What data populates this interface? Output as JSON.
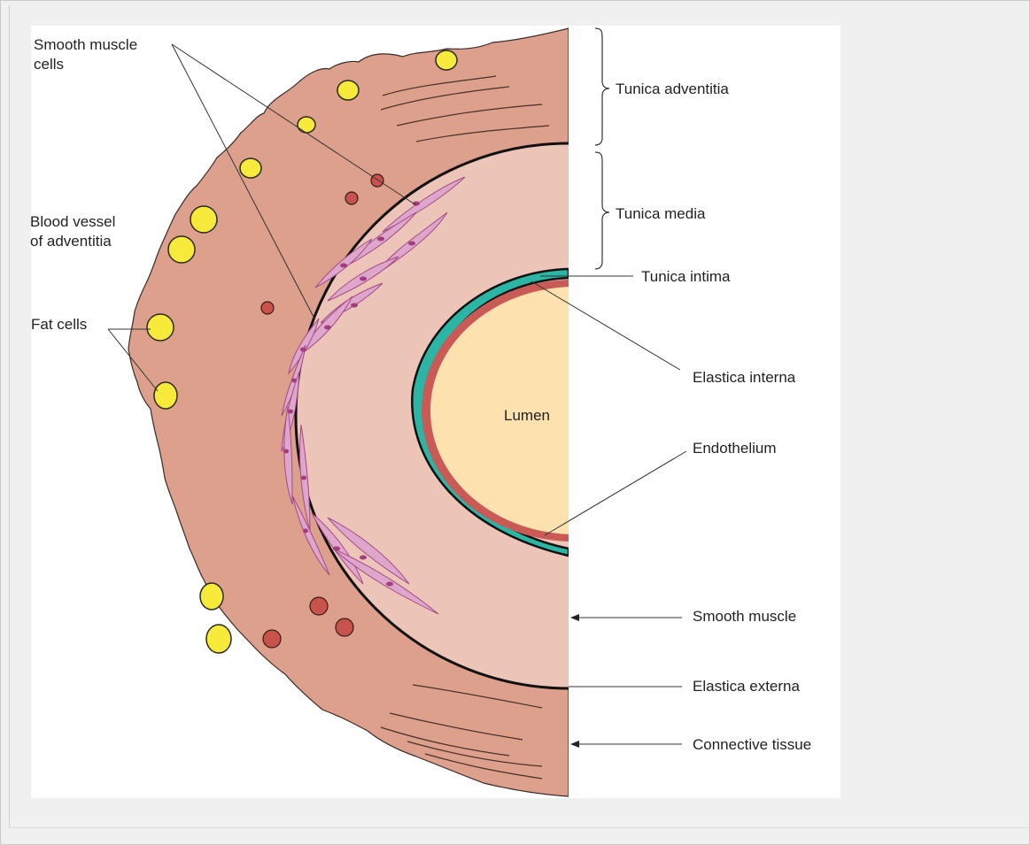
{
  "labels": {
    "smooth_muscle_cells_1": "Smooth muscle",
    "smooth_muscle_cells_2": "cells",
    "blood_vessel_1": "Blood vessel",
    "blood_vessel_2": "of adventitia",
    "fat_cells": "Fat cells",
    "tunica_adventitia": "Tunica adventitia",
    "tunica_media": "Tunica media",
    "tunica_intima": "Tunica intima",
    "elastica_interna": "Elastica interna",
    "lumen": "Lumen",
    "endothelium": "Endothelium",
    "smooth_muscle": "Smooth muscle",
    "elastica_externa": "Elastica externa",
    "connective_tissue": "Connective tissue"
  },
  "colors": {
    "adventitia": "#dca08c",
    "media": "#ecc4b8",
    "muscle_cell_fill": "#dfa6cc",
    "muscle_cell_stroke": "#a24b86",
    "intima": "#2ab5a5",
    "endothelium": "#c95a55",
    "lumen": "#fde2b0",
    "fat_cell": "#f7ea3b",
    "blood_vessel": "#c8534d"
  }
}
